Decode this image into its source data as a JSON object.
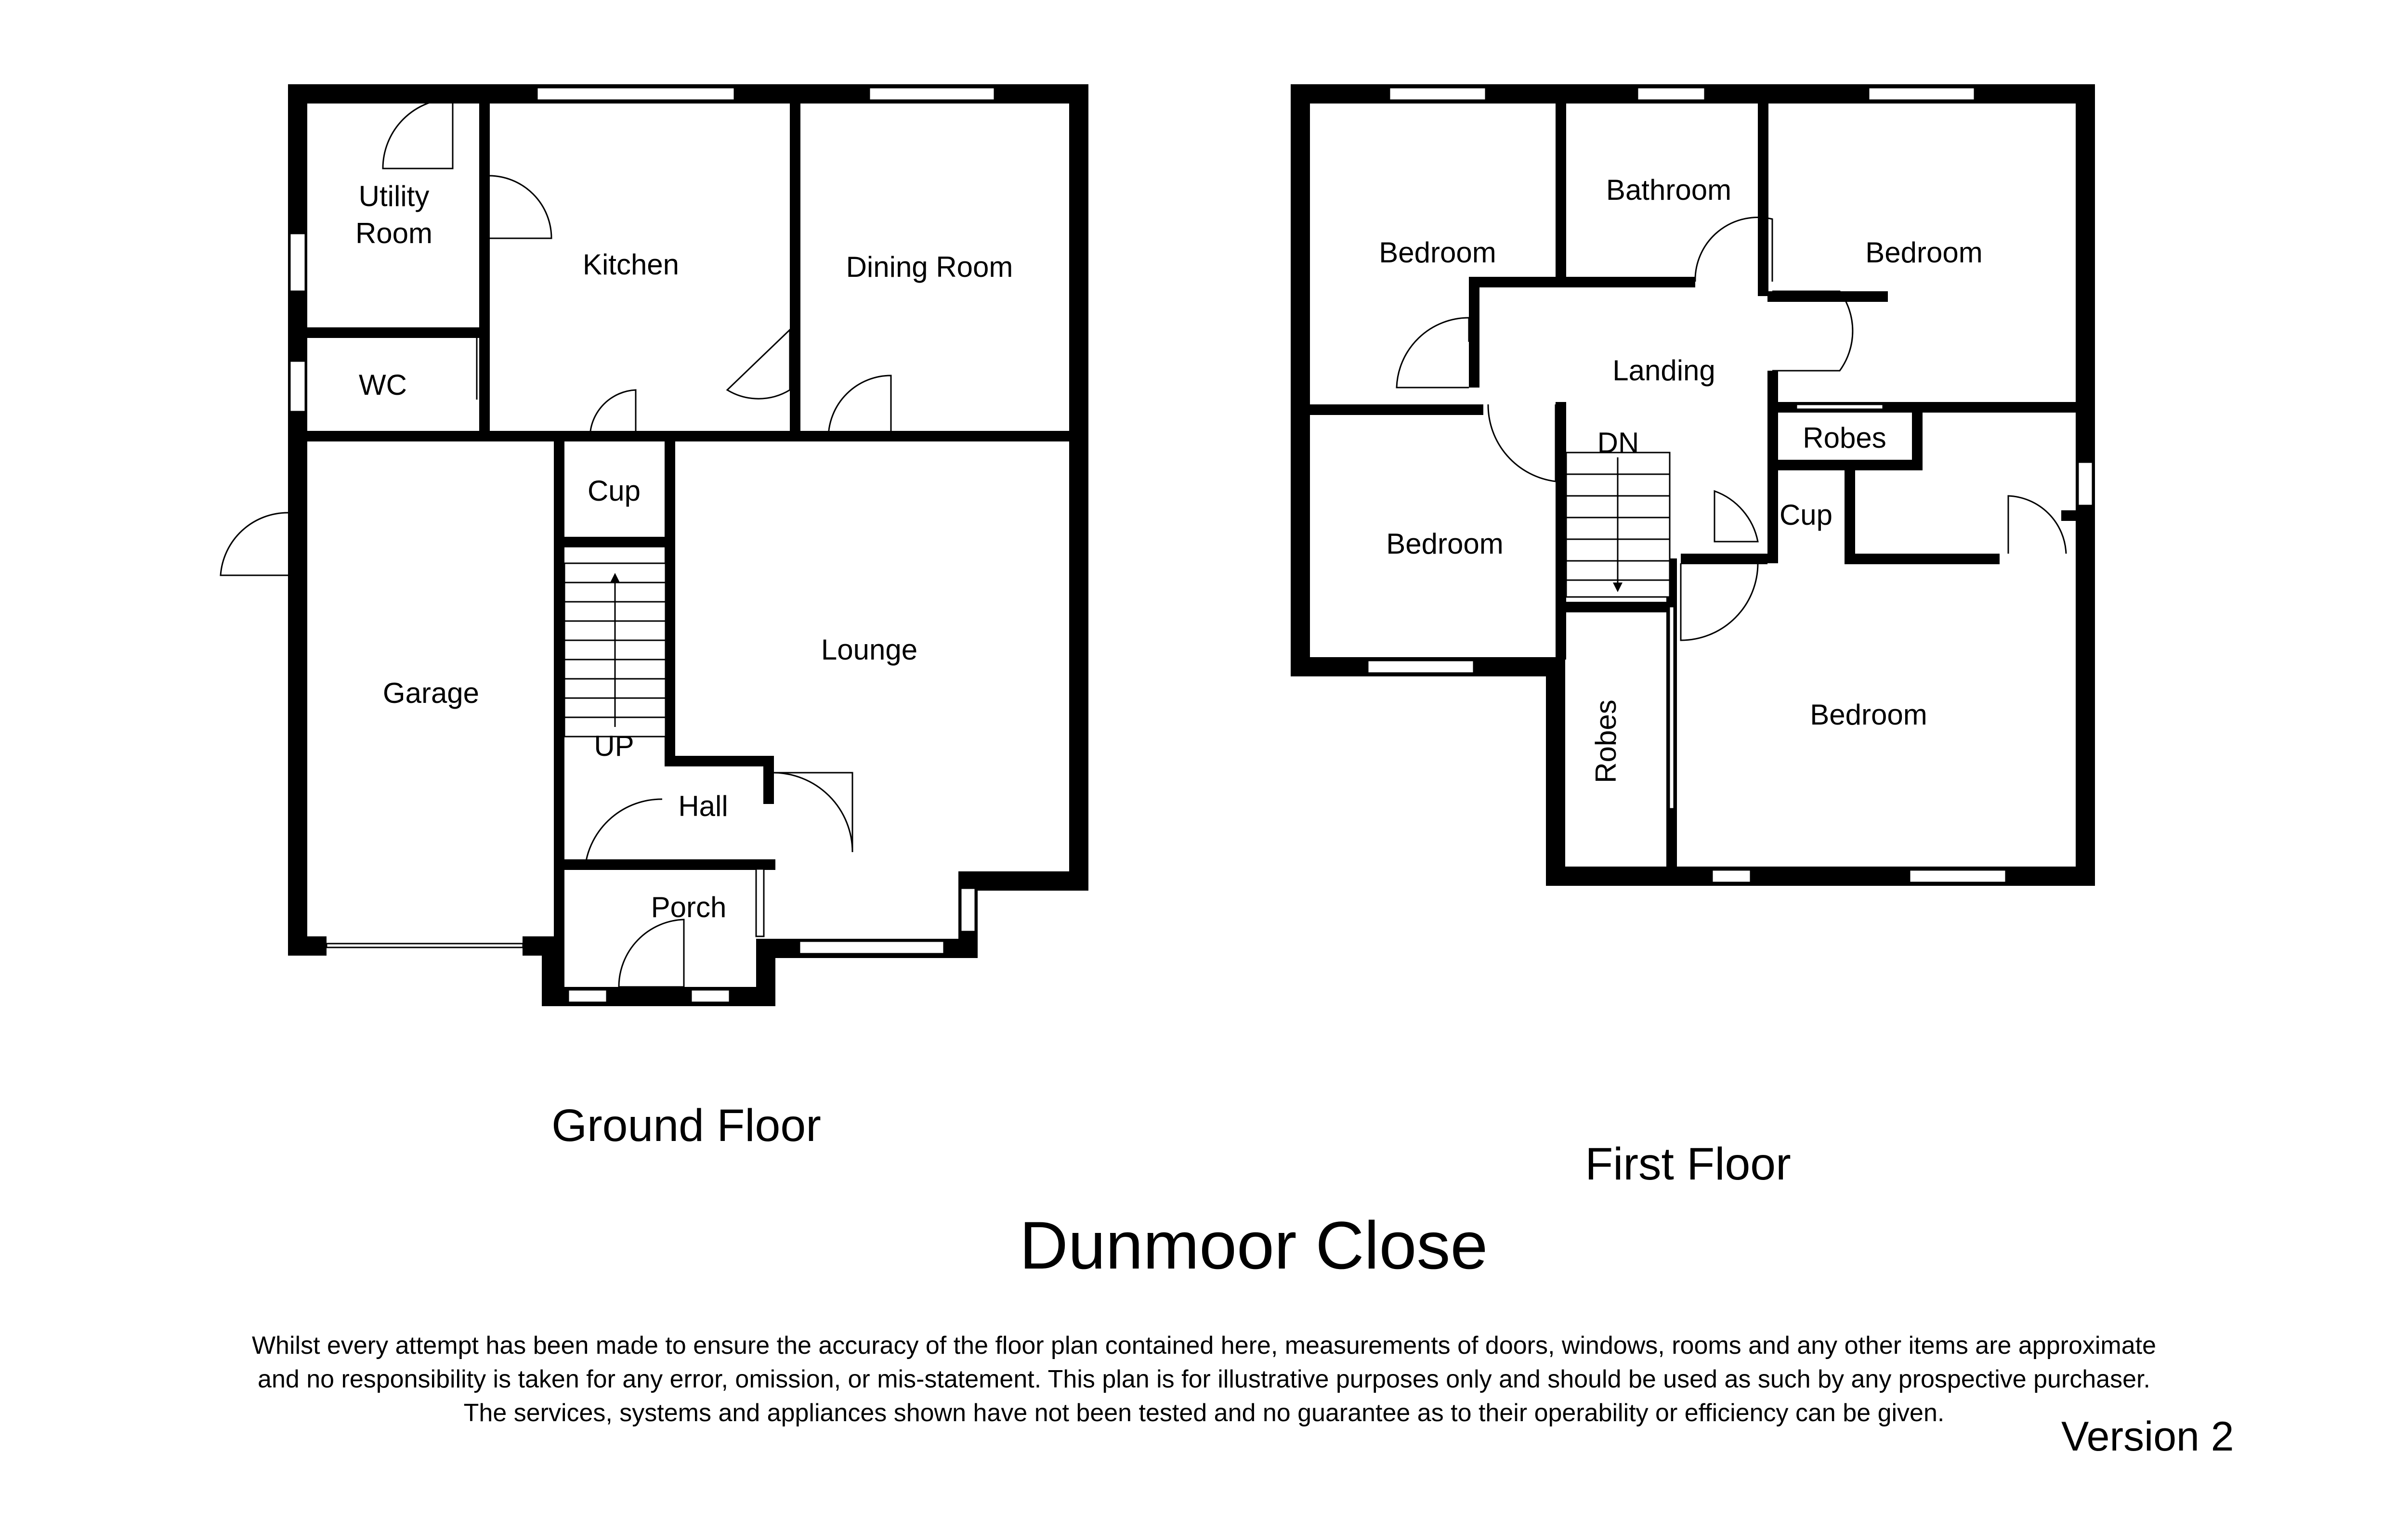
{
  "title": "Dunmoor Close",
  "ground_floor": {
    "title": "Ground Floor",
    "rooms": {
      "utility": [
        "Utility",
        "Room"
      ],
      "kitchen": "Kitchen",
      "dining": "Dining Room",
      "wc": "WC",
      "cup": "Cup",
      "garage": "Garage",
      "lounge": "Lounge",
      "up": "UP",
      "hall": "Hall",
      "porch": "Porch"
    }
  },
  "first_floor": {
    "title": "First Floor",
    "rooms": {
      "bedroom_nw": "Bedroom",
      "bathroom": "Bathroom",
      "bedroom_ne": "Bedroom",
      "landing": "Landing",
      "dn": "DN",
      "robes_small": "Robes",
      "cup": "Cup",
      "bedroom_w": "Bedroom",
      "robes_tall": "Robes",
      "bedroom_se": "Bedroom"
    }
  },
  "disclaimer": [
    "Whilst every attempt has been made to ensure the accuracy of the floor plan contained here, measurements of doors, windows, rooms and any other items are approximate",
    "and no responsibility is taken for any error, omission, or mis-statement. This plan is for illustrative purposes only and should be used as such by any prospective purchaser.",
    "The services, systems and appliances shown have not been tested and no guarantee as to their operability or efficiency can be given."
  ],
  "version": "Version 2"
}
